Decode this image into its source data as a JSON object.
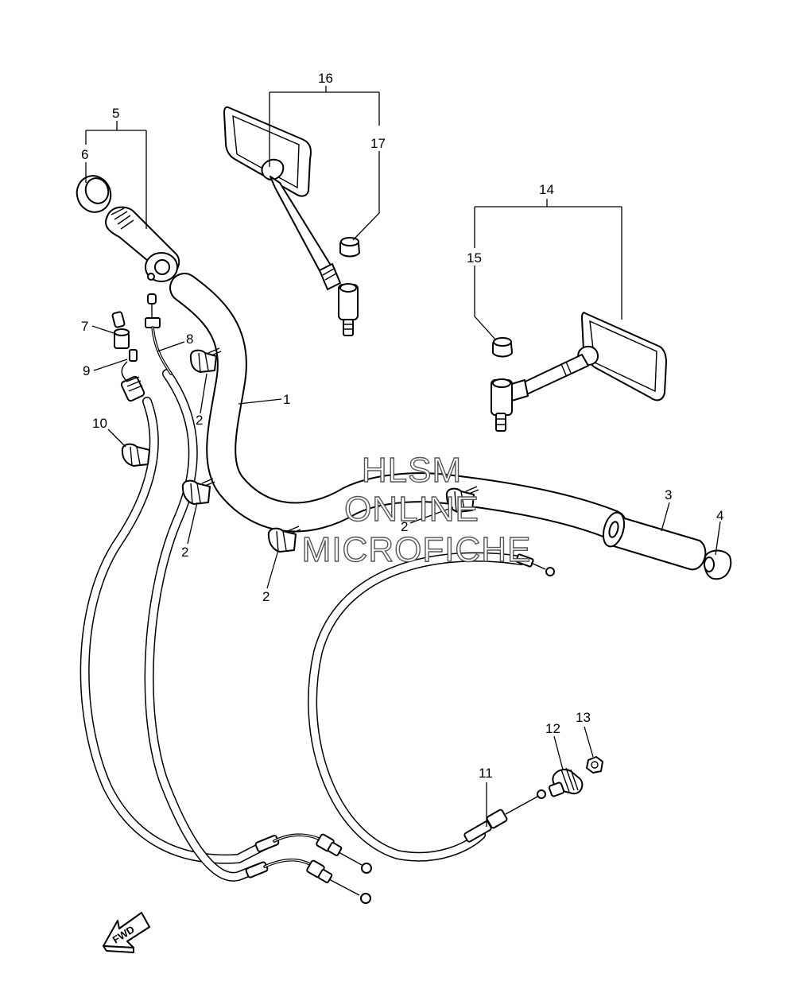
{
  "callouts": {
    "c1": "1",
    "c2a": "2",
    "c2b": "2",
    "c2c": "2",
    "c2d": "2",
    "c3": "3",
    "c4": "4",
    "c5": "5",
    "c6": "6",
    "c7": "7",
    "c8": "8",
    "c9": "9",
    "c10": "10",
    "c11": "11",
    "c12": "12",
    "c13": "13",
    "c14": "14",
    "c15": "15",
    "c16": "16",
    "c17": "17"
  },
  "watermark": {
    "line1": "HLSM",
    "line2": "ONLINE",
    "line3": "MICROFICHE"
  },
  "direction": {
    "label": "FWD"
  }
}
